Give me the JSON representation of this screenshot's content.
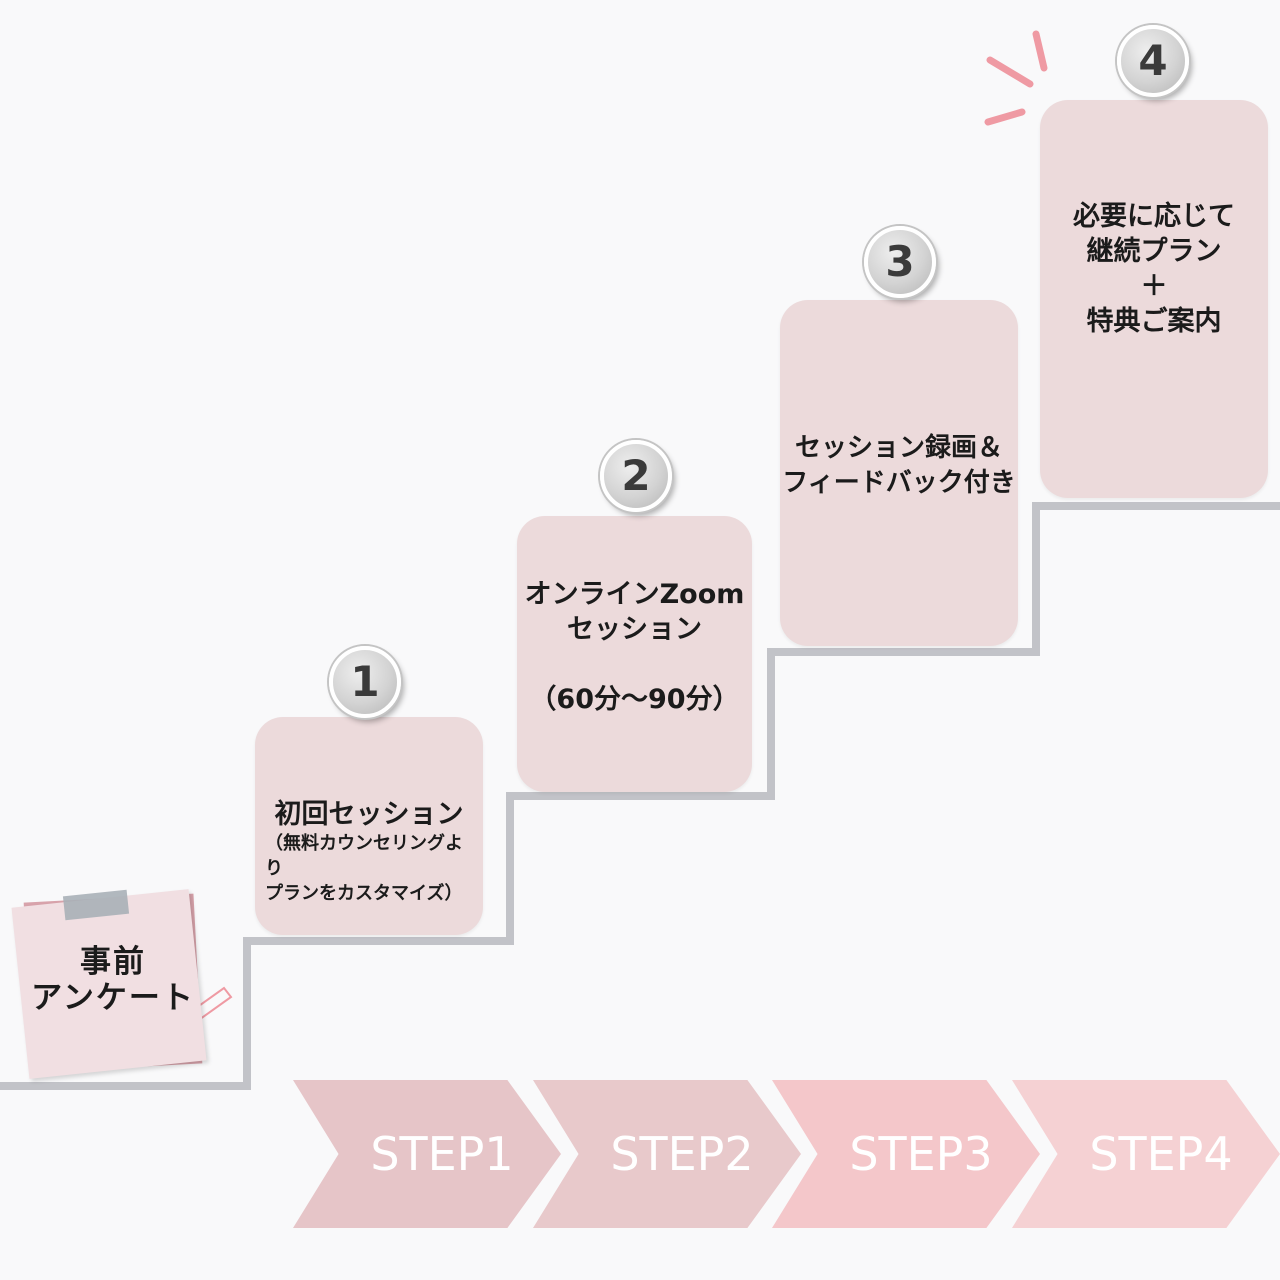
{
  "cards": {
    "card1": {
      "title": "初回セッション",
      "note": "（無料カウンセリングより\nプランをカスタマイズ）"
    },
    "card2": {
      "text": "オンラインZoom\nセッション\n\n（60分〜90分）"
    },
    "card3": {
      "text": "セッション録画＆\nフィードバック付き"
    },
    "card4": {
      "text": "必要に応じて\n継続プラン\n＋\n特典ご案内"
    }
  },
  "badges": {
    "b1": "1",
    "b2": "2",
    "b3": "3",
    "b4": "4"
  },
  "note": {
    "text": "事前\nアンケート"
  },
  "steps": [
    {
      "label": "STEP1",
      "color": "#e6c5c8"
    },
    {
      "label": "STEP2",
      "color": "#e8c9cb"
    },
    {
      "label": "STEP3",
      "color": "#f4c7ca"
    },
    {
      "label": "STEP4",
      "color": "#f5d1d3"
    }
  ],
  "colors": {
    "card": "#ecdadb",
    "stair_line": "#c2c3c8",
    "accent": "#ef9aa3",
    "badge": "#d3d3d3"
  }
}
